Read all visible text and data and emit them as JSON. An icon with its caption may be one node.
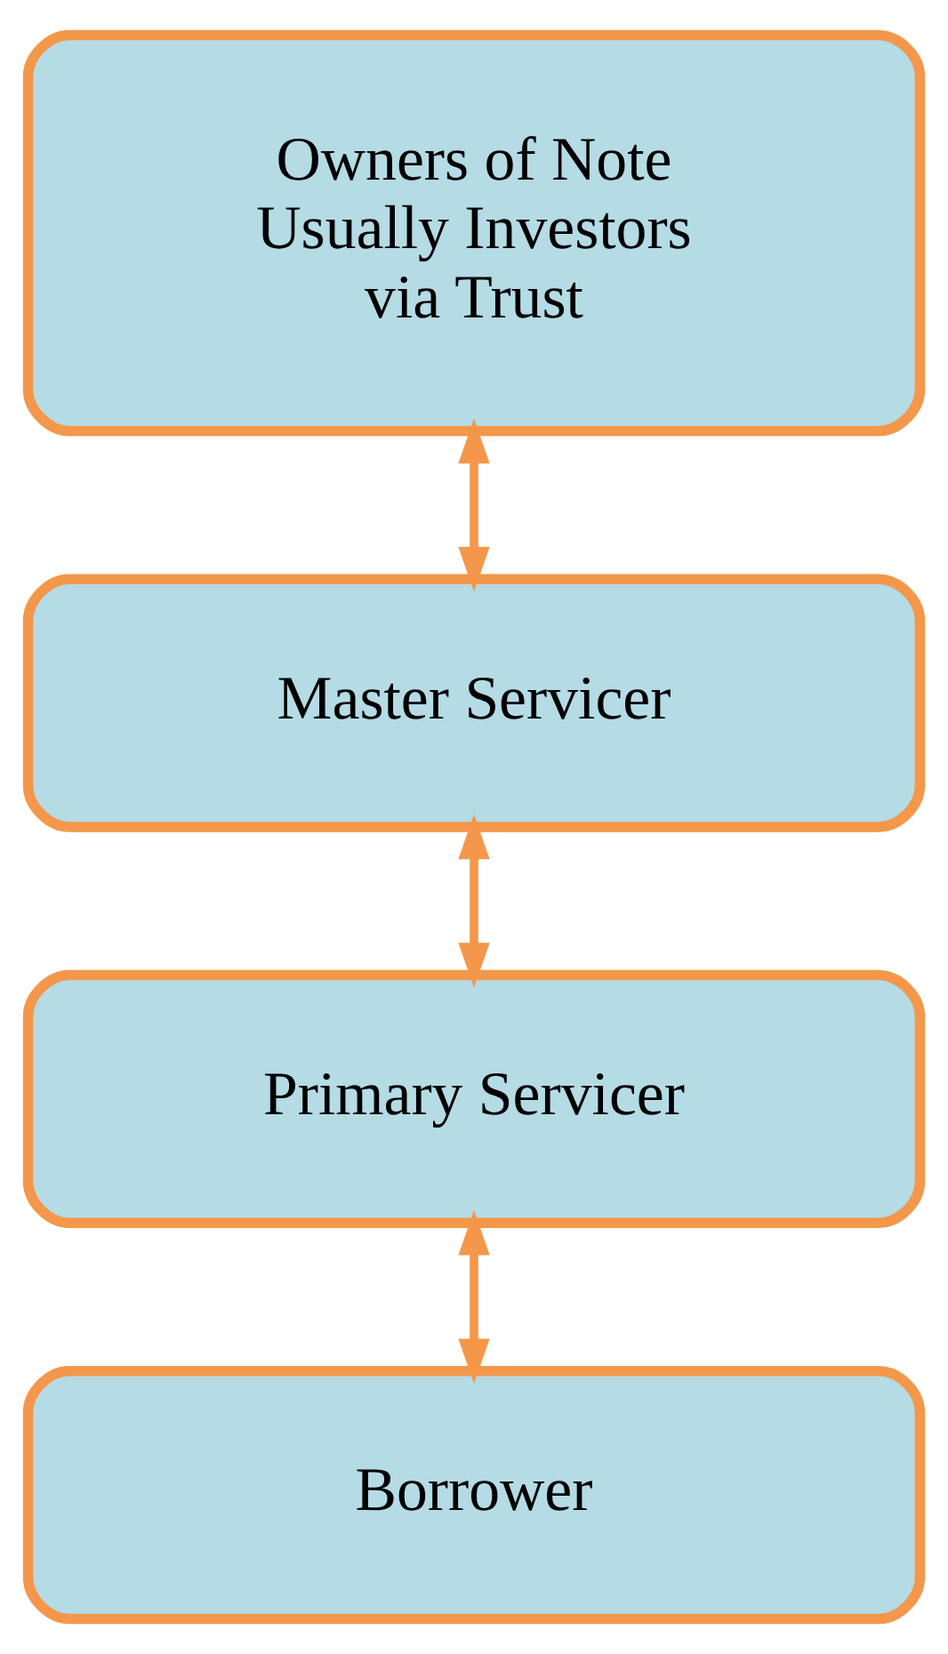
{
  "diagram": {
    "nodes": [
      {
        "text": [
          "Owners of Note Usually Investors via Trust"
        ]
      },
      {
        "text": [
          "Master Servicer"
        ]
      },
      {
        "text": [
          "Primary Servicer"
        ]
      },
      {
        "text": [
          "Borrower"
        ]
      }
    ],
    "edges": [
      {
        "from": 0,
        "to": 1,
        "arrow": "both"
      },
      {
        "from": 1,
        "to": 2,
        "arrow": "both"
      },
      {
        "from": 2,
        "to": 3,
        "arrow": "both"
      }
    ]
  }
}
